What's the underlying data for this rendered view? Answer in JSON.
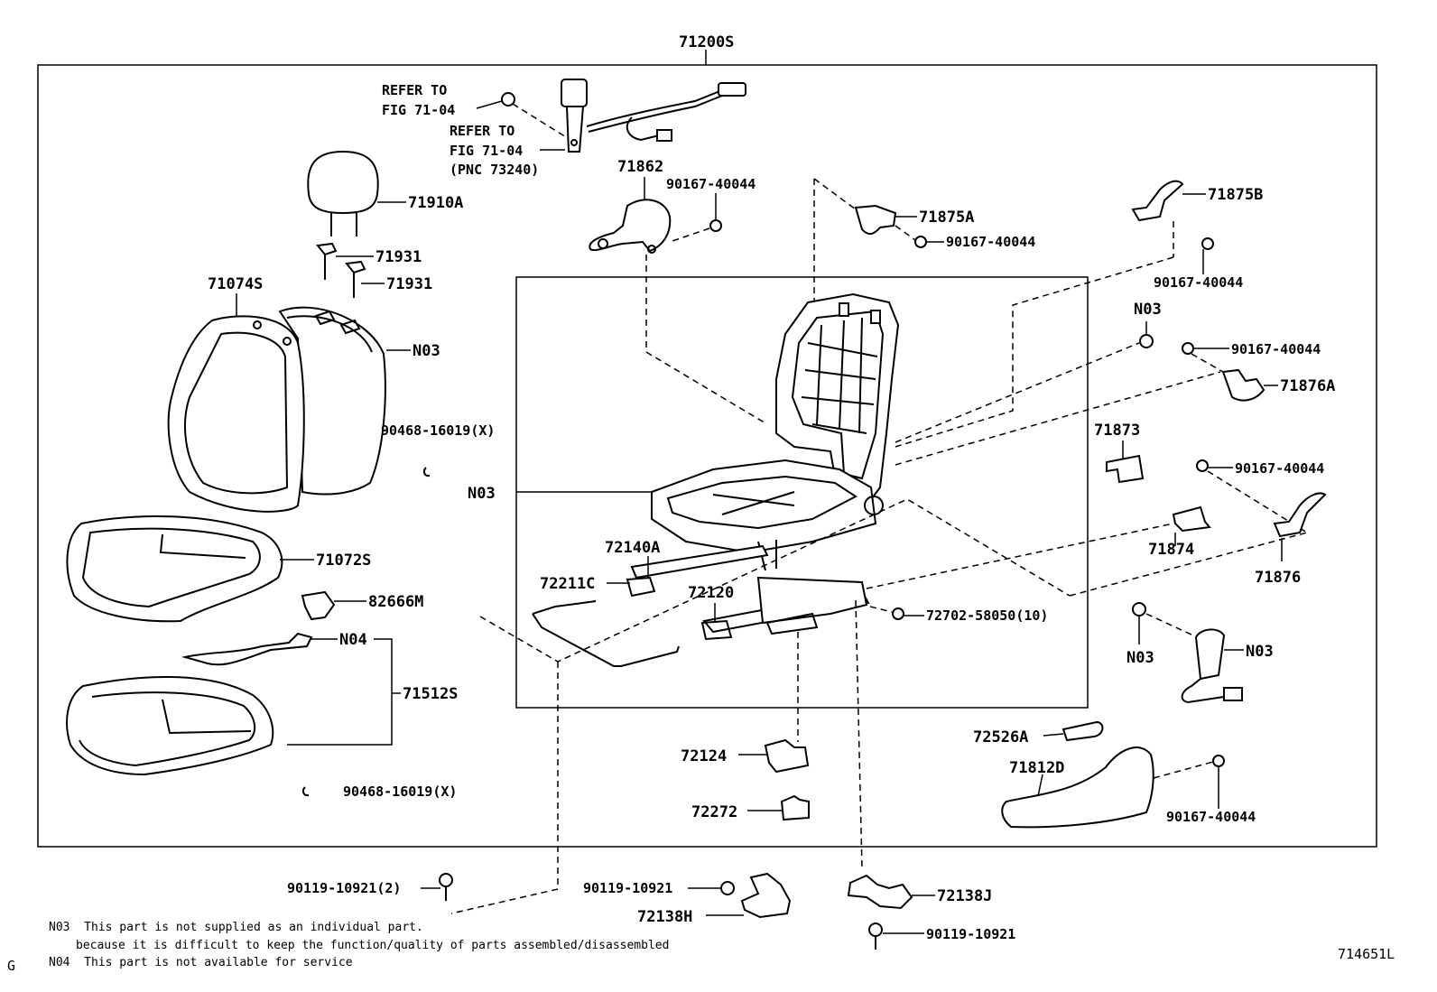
{
  "diagram_id": "714651L",
  "assembly_label": "71200S",
  "refer_labels": {
    "refer_a_line1": "REFER TO",
    "refer_a_line2": "FIG 71-04",
    "refer_b_line1": "REFER TO",
    "refer_b_line2": "FIG 71-04",
    "refer_b_line3": "(PNC 73240)"
  },
  "parts": {
    "p71910A": "71910A",
    "p71931a": "71931",
    "p71931b": "71931",
    "p71074S": "71074S",
    "pN03_back": "N03",
    "p90468_top": "90468-16019(X)",
    "p71072S": "71072S",
    "p82666M": "82666M",
    "pN04": "N04",
    "p71512S": "71512S",
    "p90468_bottom": "90468-16019(X)",
    "p71862": "71862",
    "p90167_71862": "90167-40044",
    "p71875A": "71875A",
    "p90167_71875A": "90167-40044",
    "p71875B": "71875B",
    "p90167_71875B": "90167-40044",
    "pN03_right_top": "N03",
    "p90167_71876A": "90167-40044",
    "p71876A": "71876A",
    "p71873": "71873",
    "p90167_71876": "90167-40044",
    "p71874": "71874",
    "p71876": "71876",
    "pN03_frame": "N03",
    "p72140A": "72140A",
    "p72211C": "72211C",
    "p72120": "72120",
    "p72702": "72702-58050(10)",
    "pN03_right_mid": "N03",
    "pN03_right_mid2": "N03",
    "p72526A": "72526A",
    "p71812D": "71812D",
    "p90167_71812D": "90167-40044",
    "p72124": "72124",
    "p72272": "72272",
    "p90119_2": "90119-10921(2)",
    "p90119_mid": "90119-10921",
    "p72138H": "72138H",
    "p72138J": "72138J",
    "p90119_right": "90119-10921"
  },
  "notes": {
    "n03_code": "N03",
    "n03_text": "This part is not supplied as an individual part.",
    "n03_text2": "because it is difficult to keep the function/quality of parts assembled/disassembled",
    "n04_code": "N04",
    "n04_text": "This part is not available for service",
    "corner_letter": "G"
  }
}
